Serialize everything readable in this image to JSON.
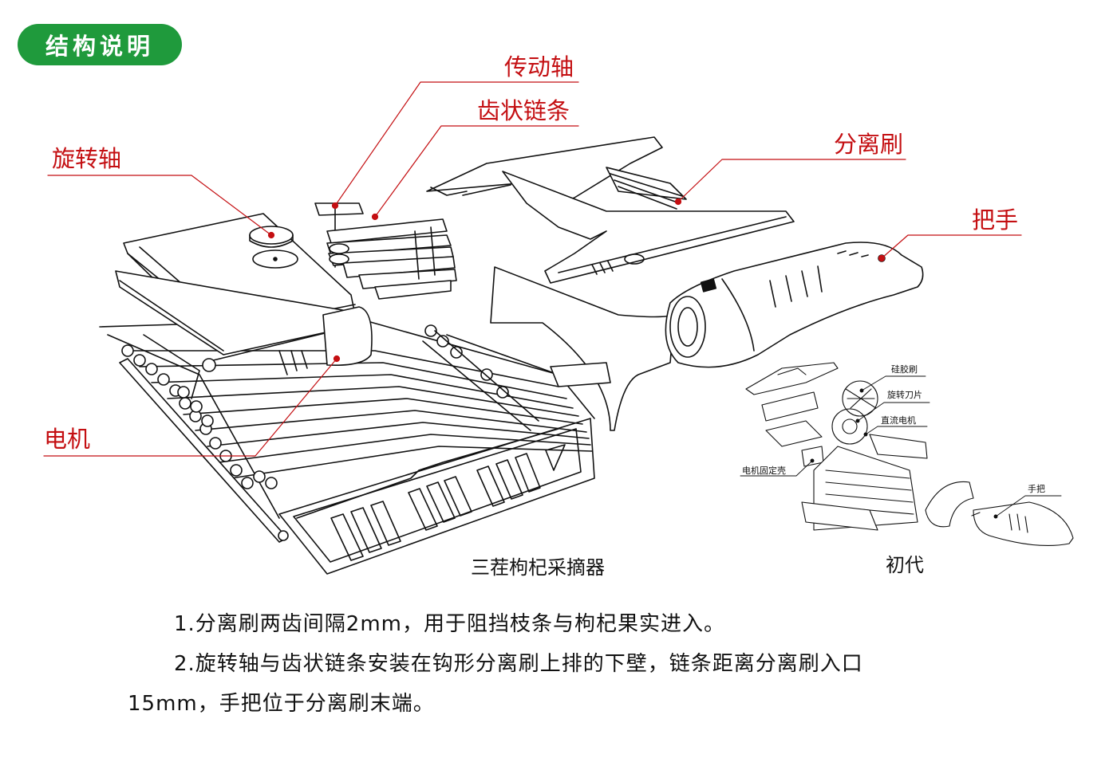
{
  "header": {
    "badge": "结构说明"
  },
  "labels": {
    "drive_shaft": "传动轴",
    "toothed_chain": "齿状链条",
    "separation_brush": "分离刷",
    "rotating_shaft": "旋转轴",
    "handle": "把手",
    "motor": "电机"
  },
  "first_gen": {
    "silicone_brush": "硅胶刷",
    "rotating_blade": "旋转刀片",
    "dc_motor": "直流电机",
    "motor_housing": "电机固定壳",
    "grip": "手把"
  },
  "captions": {
    "main": "三茬枸杞采摘器",
    "first_gen": "初代"
  },
  "notes": {
    "line1": "1.分离刷两齿间隔2mm，用于阻挡枝条与枸杞果实进入。",
    "line2": "2.旋转轴与齿状链条安装在钩形分离刷上排的下壁，链条距离分离刷入口",
    "line3": "15mm，手把位于分离刷末端。"
  },
  "colors": {
    "badge_bg": "#1f9a3c",
    "label_red": "#c40f12",
    "leader_red": "#c40f12"
  }
}
